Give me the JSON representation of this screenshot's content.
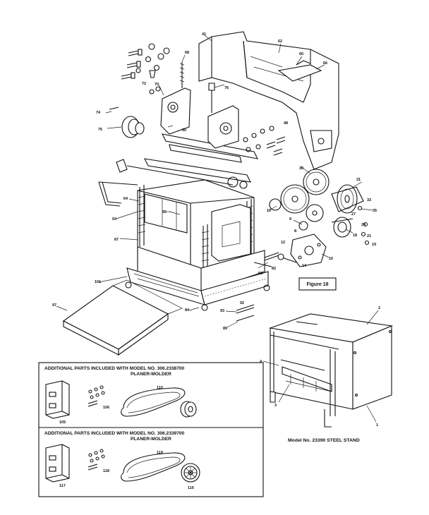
{
  "figure_label": "Figure 18",
  "stand_caption": "Model No. 23390 STEEL STAND",
  "kits": [
    {
      "header_line1": "ADDITIONAL PARTS INCLUDED WITH MODEL NO. 306.2338700",
      "header_line2": "PLANER-MOLDER"
    },
    {
      "header_line1": "ADDITIONAL PARTS INCLUDED WITH MODEL NO. 306.2339700",
      "header_line2": "PLANER-MOLDER"
    }
  ],
  "callouts": {
    "c41": "41",
    "c62": "62",
    "c60": "60",
    "c66": "66",
    "c68": "68",
    "c70": "70",
    "c72": "72",
    "c74": "74",
    "c75": "75",
    "c76": "76",
    "c50": "50",
    "c48": "48",
    "c30": "30",
    "c31": "31",
    "c33": "33",
    "c35": "35",
    "c27": "27",
    "c24": "24",
    "c21": "21",
    "c19": "19",
    "c18": "18",
    "c16": "16",
    "c14": "14",
    "c12": "12",
    "c10": "10",
    "c9": "9",
    "c8": "8",
    "c97": "97",
    "c101": "101",
    "c54": "54",
    "c87": "87",
    "c64": "64",
    "c95": "95",
    "c84": "84",
    "c82": "82",
    "c56": "56",
    "c93": "93",
    "c92": "92",
    "c89": "89",
    "c2": "2",
    "c4": "4",
    "c3": "3",
    "c1": "1",
    "k1a": "105",
    "k1b": "106",
    "k1c": "110",
    "k2a": "117",
    "k2b": "118",
    "k2c": "119",
    "k2d": "116"
  }
}
